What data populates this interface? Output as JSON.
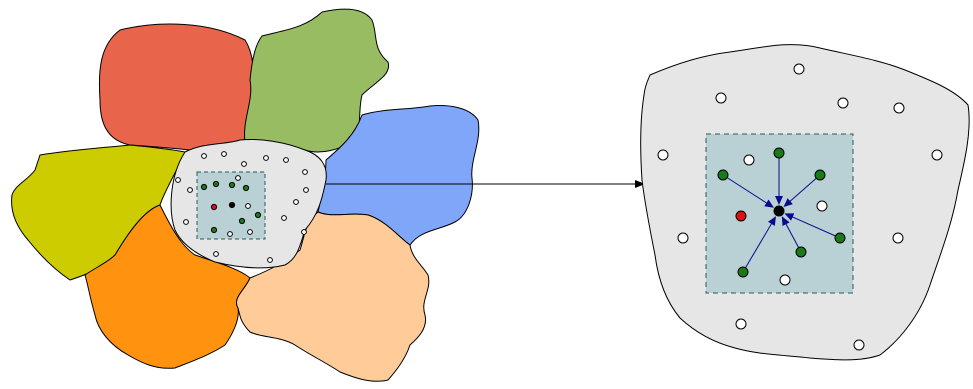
{
  "diagram": {
    "regions": [
      {
        "id": "red",
        "color": "#e8644a"
      },
      {
        "id": "green",
        "color": "#97bc62"
      },
      {
        "id": "blue",
        "color": "#7fa6f8"
      },
      {
        "id": "yellow-green",
        "color": "#cccc00"
      },
      {
        "id": "orange",
        "color": "#ff9310"
      },
      {
        "id": "peach",
        "color": "#ffcc99"
      },
      {
        "id": "center",
        "color": "#e6e6e6"
      }
    ],
    "window_color": "#b9d1d4",
    "point_colors": {
      "empty": "#ffffff",
      "neighbor": "#1a7a1a",
      "target": "#000000",
      "excluded": "#e01010"
    },
    "arrow_color": "#0a0a8a",
    "outline_color": "#000000"
  }
}
